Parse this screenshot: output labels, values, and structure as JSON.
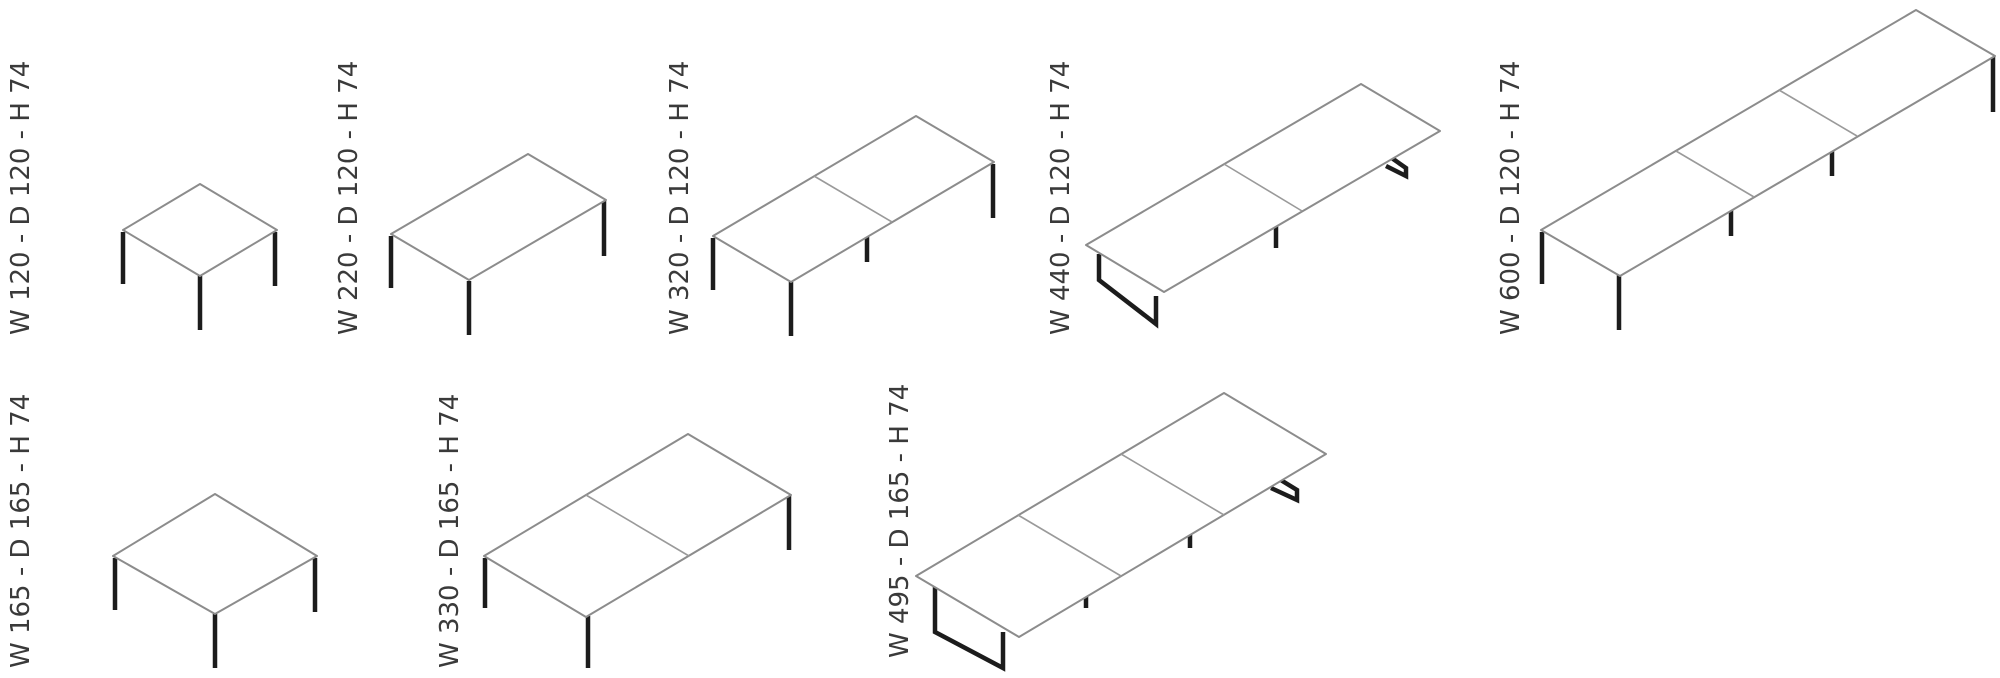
{
  "tables": [
    {
      "label": "W 120 - D 120 - H 74",
      "modules": 1,
      "legs": "post"
    },
    {
      "label": "W 220 - D 120 - H 74",
      "modules": 1,
      "legs": "post"
    },
    {
      "label": "W 320 - D 120 - H 74",
      "modules": 2,
      "legs": "post"
    },
    {
      "label": "W 440 - D 120 - H 74",
      "modules": 2,
      "legs": "sled"
    },
    {
      "label": "W 600 - D 120 - H 74",
      "modules": 3,
      "legs": "post"
    },
    {
      "label": "W 165 - D 165 - H 74",
      "modules": 1,
      "legs": "post"
    },
    {
      "label": "W 330 - D 165 - H 74",
      "modules": 2,
      "legs": "post"
    },
    {
      "label": "W 495 - D 165 - H 74",
      "modules": 3,
      "legs": "sled"
    }
  ]
}
